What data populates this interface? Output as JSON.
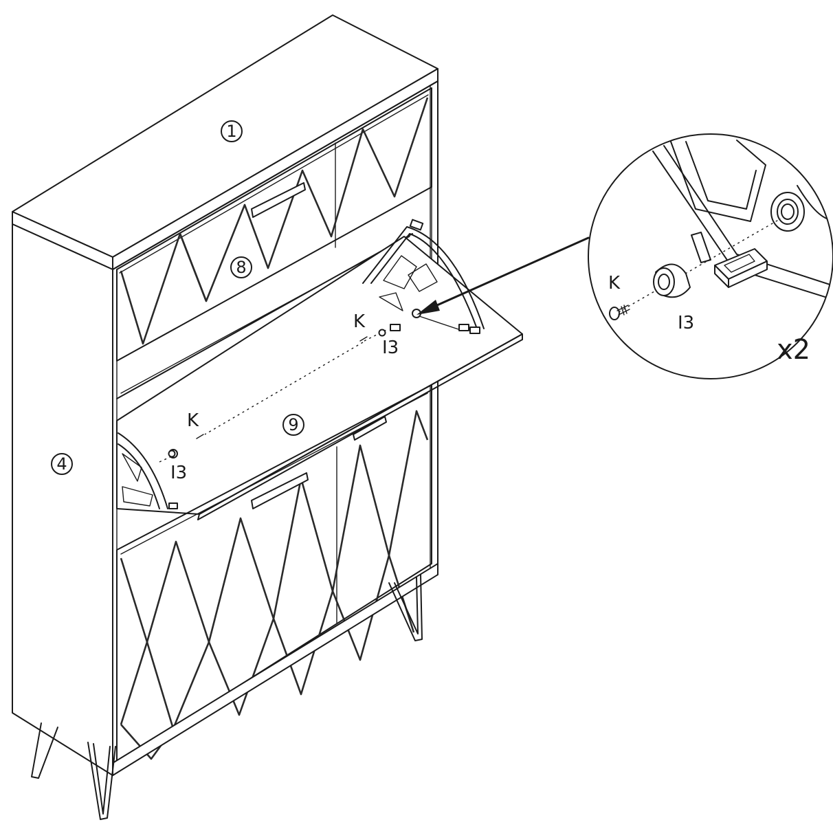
{
  "callouts": {
    "part_1": "1",
    "part_4": "4",
    "part_8": "8",
    "part_9": "9"
  },
  "labels": {
    "k_main_right": "K",
    "i3_main_right": "I3",
    "k_main_left": "K",
    "i3_main_left": "I3",
    "k_detail": "K",
    "i3_detail": "I3",
    "quantity": "x2"
  }
}
